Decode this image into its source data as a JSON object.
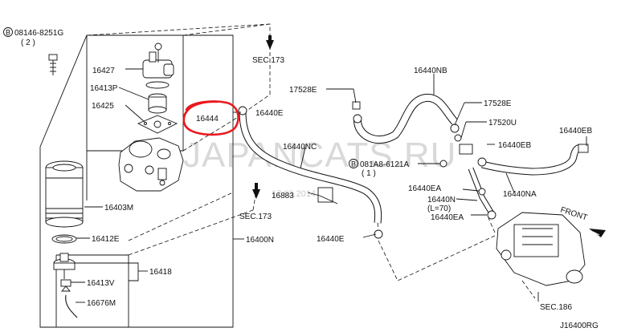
{
  "watermark": "JAPANCATS.RU",
  "date_stamp": "17.03.2014",
  "diagram_code": "J16400RG",
  "front_label": "FRONT",
  "highlight_color": "#e8181e",
  "labels": {
    "bolt": "08146-8251G",
    "bolt_qty": "( 2 )",
    "p16427": "16427",
    "p16413P": "16413P",
    "p16425": "16425",
    "p16444": "16444",
    "p16440E_top": "16440E",
    "p17528E_left": "17528E",
    "p16440NB": "16440NB",
    "p17528E_right": "17528E",
    "p17520U": "17520U",
    "p16440DEB": "16440EB",
    "p16440EB": "16440EB",
    "p16440NC": "16440NC",
    "p081A8": "081A8-6121A",
    "p081A8_qty": "( 1 )",
    "p16883": "16883",
    "p16440EA_a": "16440EA",
    "p16440N_L": "16440N",
    "p16440N_len": "(L=70)",
    "p16440EA_b": "16440EA",
    "p16440NA": "16440NA",
    "p16403M": "16403M",
    "p16412E": "16412E",
    "p16400N": "16400N",
    "p16418": "16418",
    "p16413V": "16413V",
    "p16676M": "16676M",
    "p16440E_bottom": "16440E",
    "sec173_top": "SEC.173",
    "sec173_bottom": "SEC.173",
    "sec186": "SEC.186",
    "bolt_marker": "B"
  }
}
